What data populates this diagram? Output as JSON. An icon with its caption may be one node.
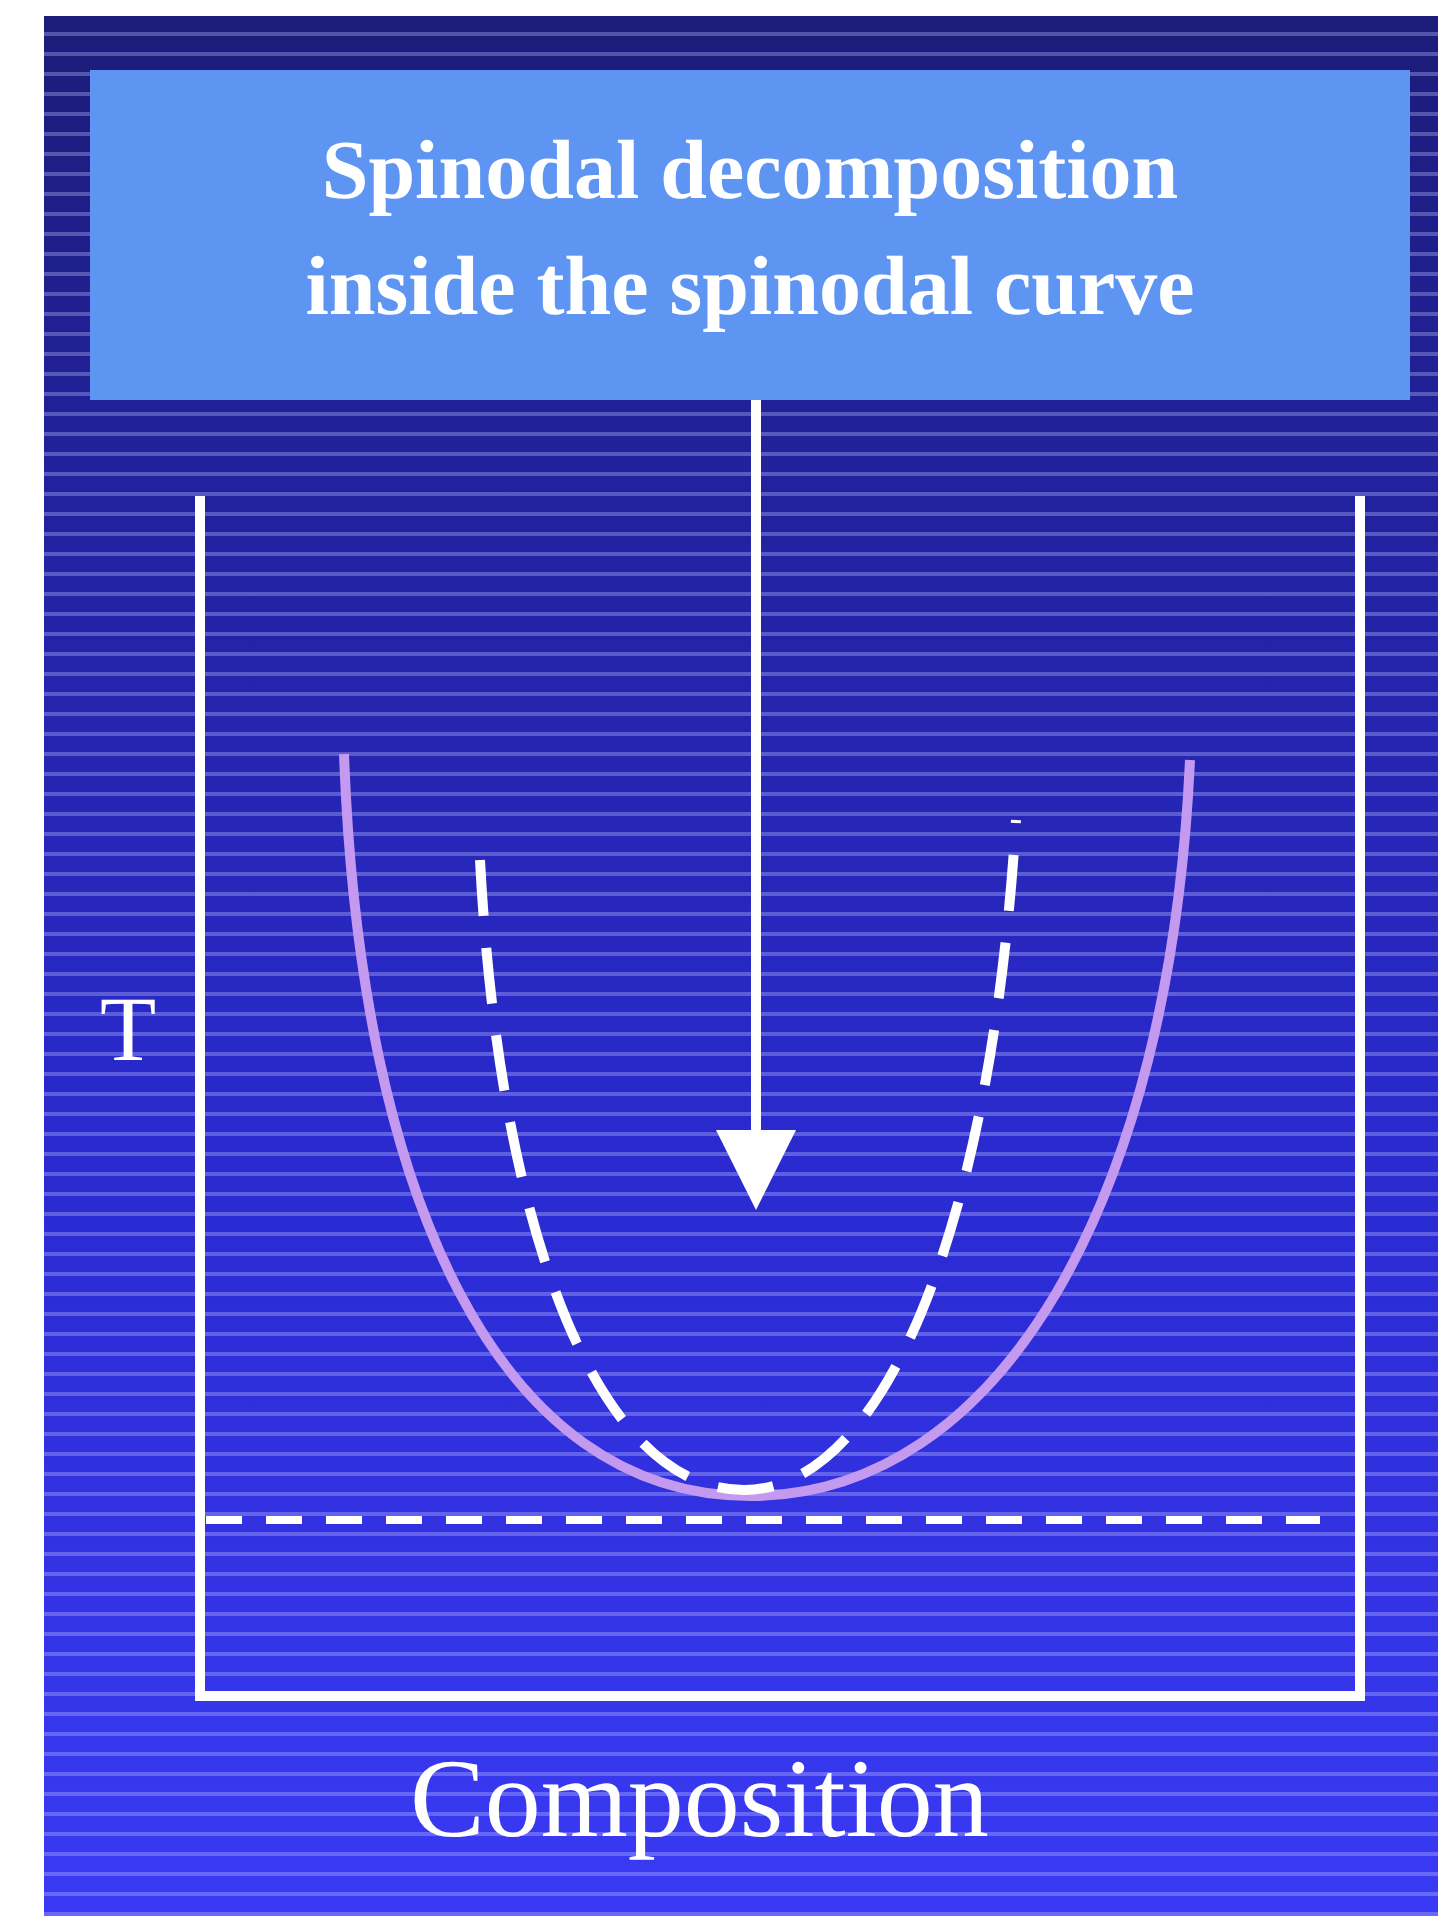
{
  "diagram": {
    "nodes": [
      {
        "text": [
          "Spinodal decomposition inside the spinodal curve"
        ]
      },
      {
        "text": [],
        "shape": "curve"
      }
    ],
    "edges": [
      {
        "from": 0,
        "to": 1,
        "arrow": "to"
      }
    ],
    "labels": [
      "T",
      "Composition"
    ]
  }
}
